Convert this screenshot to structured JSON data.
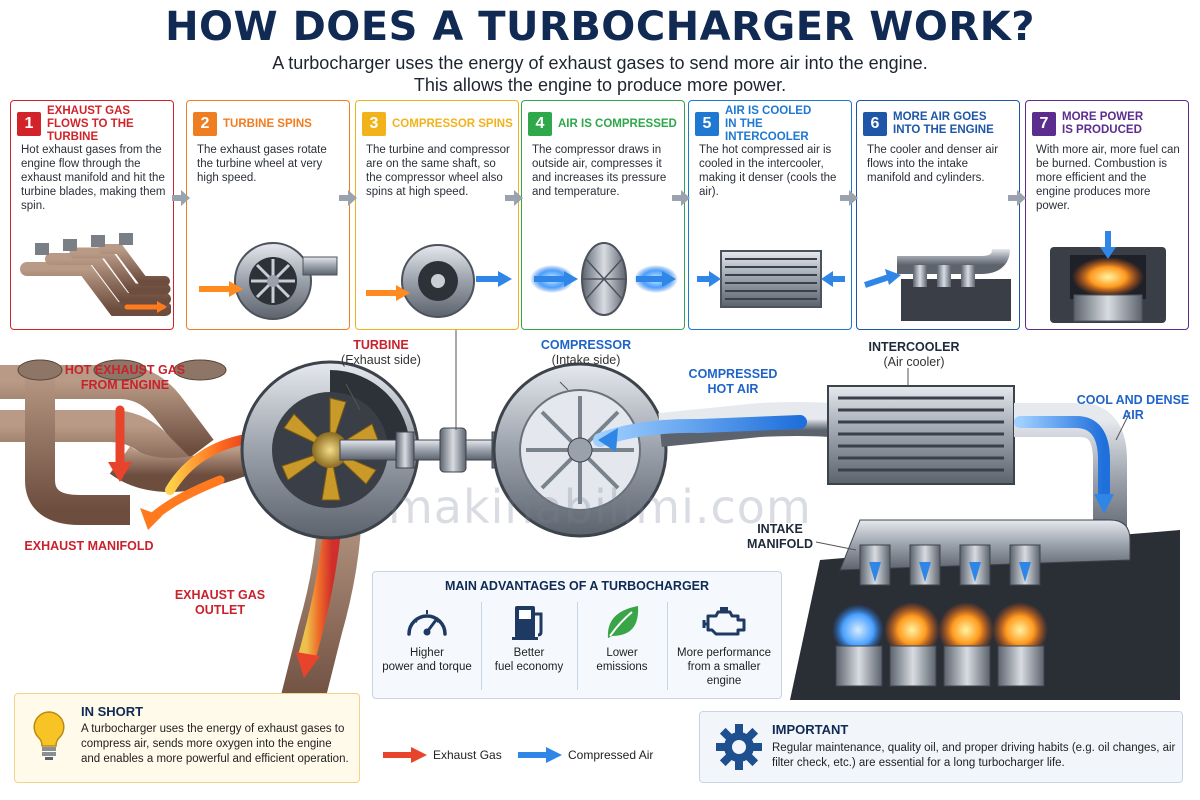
{
  "header": {
    "title": "HOW DOES A TURBOCHARGER WORK?",
    "subtitle_line1": "A turbocharger uses the energy of exhaust gases to send more air into the engine.",
    "subtitle_line2": "This allows the engine to produce more power."
  },
  "colors": {
    "step1": "#d2232a",
    "step2": "#ef7d22",
    "step3": "#f2b21c",
    "step4": "#2ea84a",
    "step5": "#1f78d1",
    "step6": "#1e56a8",
    "step7": "#5b2d8e",
    "exhaust": "#e8442b",
    "compressed": "#2f86e6",
    "navy": "#102a54"
  },
  "steps": [
    {
      "num": "1",
      "title": "EXHAUST GAS\nFLOWS TO THE TURBINE",
      "text": "Hot exhaust gases from the engine flow through the exhaust manifold and hit the turbine blades, making them spin."
    },
    {
      "num": "2",
      "title": "TURBINE SPINS",
      "text": "The exhaust gases rotate the turbine wheel at very high speed."
    },
    {
      "num": "3",
      "title": "COMPRESSOR SPINS",
      "text": "The turbine and compressor are on the same shaft, so the compressor wheel also spins at high speed."
    },
    {
      "num": "4",
      "title": "AIR IS COMPRESSED",
      "text": "The compressor draws in outside air, compresses it and increases its pressure and temperature."
    },
    {
      "num": "5",
      "title": "AIR IS COOLED\nIN THE INTERCOOLER",
      "text": "The hot compressed air is cooled in the intercooler, making it denser (cools the air)."
    },
    {
      "num": "6",
      "title": "MORE AIR GOES\nINTO THE ENGINE",
      "text": "The cooler and denser air flows into the intake manifold and cylinders."
    },
    {
      "num": "7",
      "title": "MORE POWER\nIS PRODUCED",
      "text": "With more air, more fuel can be burned. Combustion is more efficient and the engine produces more power."
    }
  ],
  "diagram": {
    "hot_exhaust": "HOT EXHAUST GAS\nFROM ENGINE",
    "exhaust_manifold": "EXHAUST MANIFOLD",
    "exhaust_outlet": "EXHAUST GAS\nOUTLET",
    "turbine": "TURBINE",
    "turbine_sub": "(Exhaust side)",
    "compressor": "COMPRESSOR",
    "compressor_sub": "(Intake side)",
    "compressed_hot_air": "COMPRESSED\nHOT AIR",
    "intercooler": "INTERCOOLER",
    "intercooler_sub": "(Air cooler)",
    "cool_dense_air": "COOL AND DENSE\nAIR",
    "intake_manifold": "INTAKE\nMANIFOLD",
    "watermark": "makinabilimi.com"
  },
  "advantages": {
    "title": "MAIN ADVANTAGES OF A TURBOCHARGER",
    "items": [
      {
        "icon": "speedometer-icon",
        "label": "Higher\npower and torque"
      },
      {
        "icon": "fuel-pump-icon",
        "label": "Better\nfuel economy"
      },
      {
        "icon": "leaf-icon",
        "label": "Lower\nemissions"
      },
      {
        "icon": "engine-icon",
        "label": "More performance\nfrom a smaller\nengine"
      }
    ]
  },
  "in_short": {
    "title": "IN SHORT",
    "text": "A turbocharger uses the energy of exhaust gases to compress air, sends more oxygen into the engine and enables a more powerful and efficient operation."
  },
  "legend": {
    "exhaust": "Exhaust Gas",
    "compressed": "Compressed Air"
  },
  "important": {
    "title": "IMPORTANT",
    "text": "Regular maintenance, quality oil, and proper driving habits (e.g. oil changes, air filter check, etc.) are essential for a long turbocharger life."
  }
}
